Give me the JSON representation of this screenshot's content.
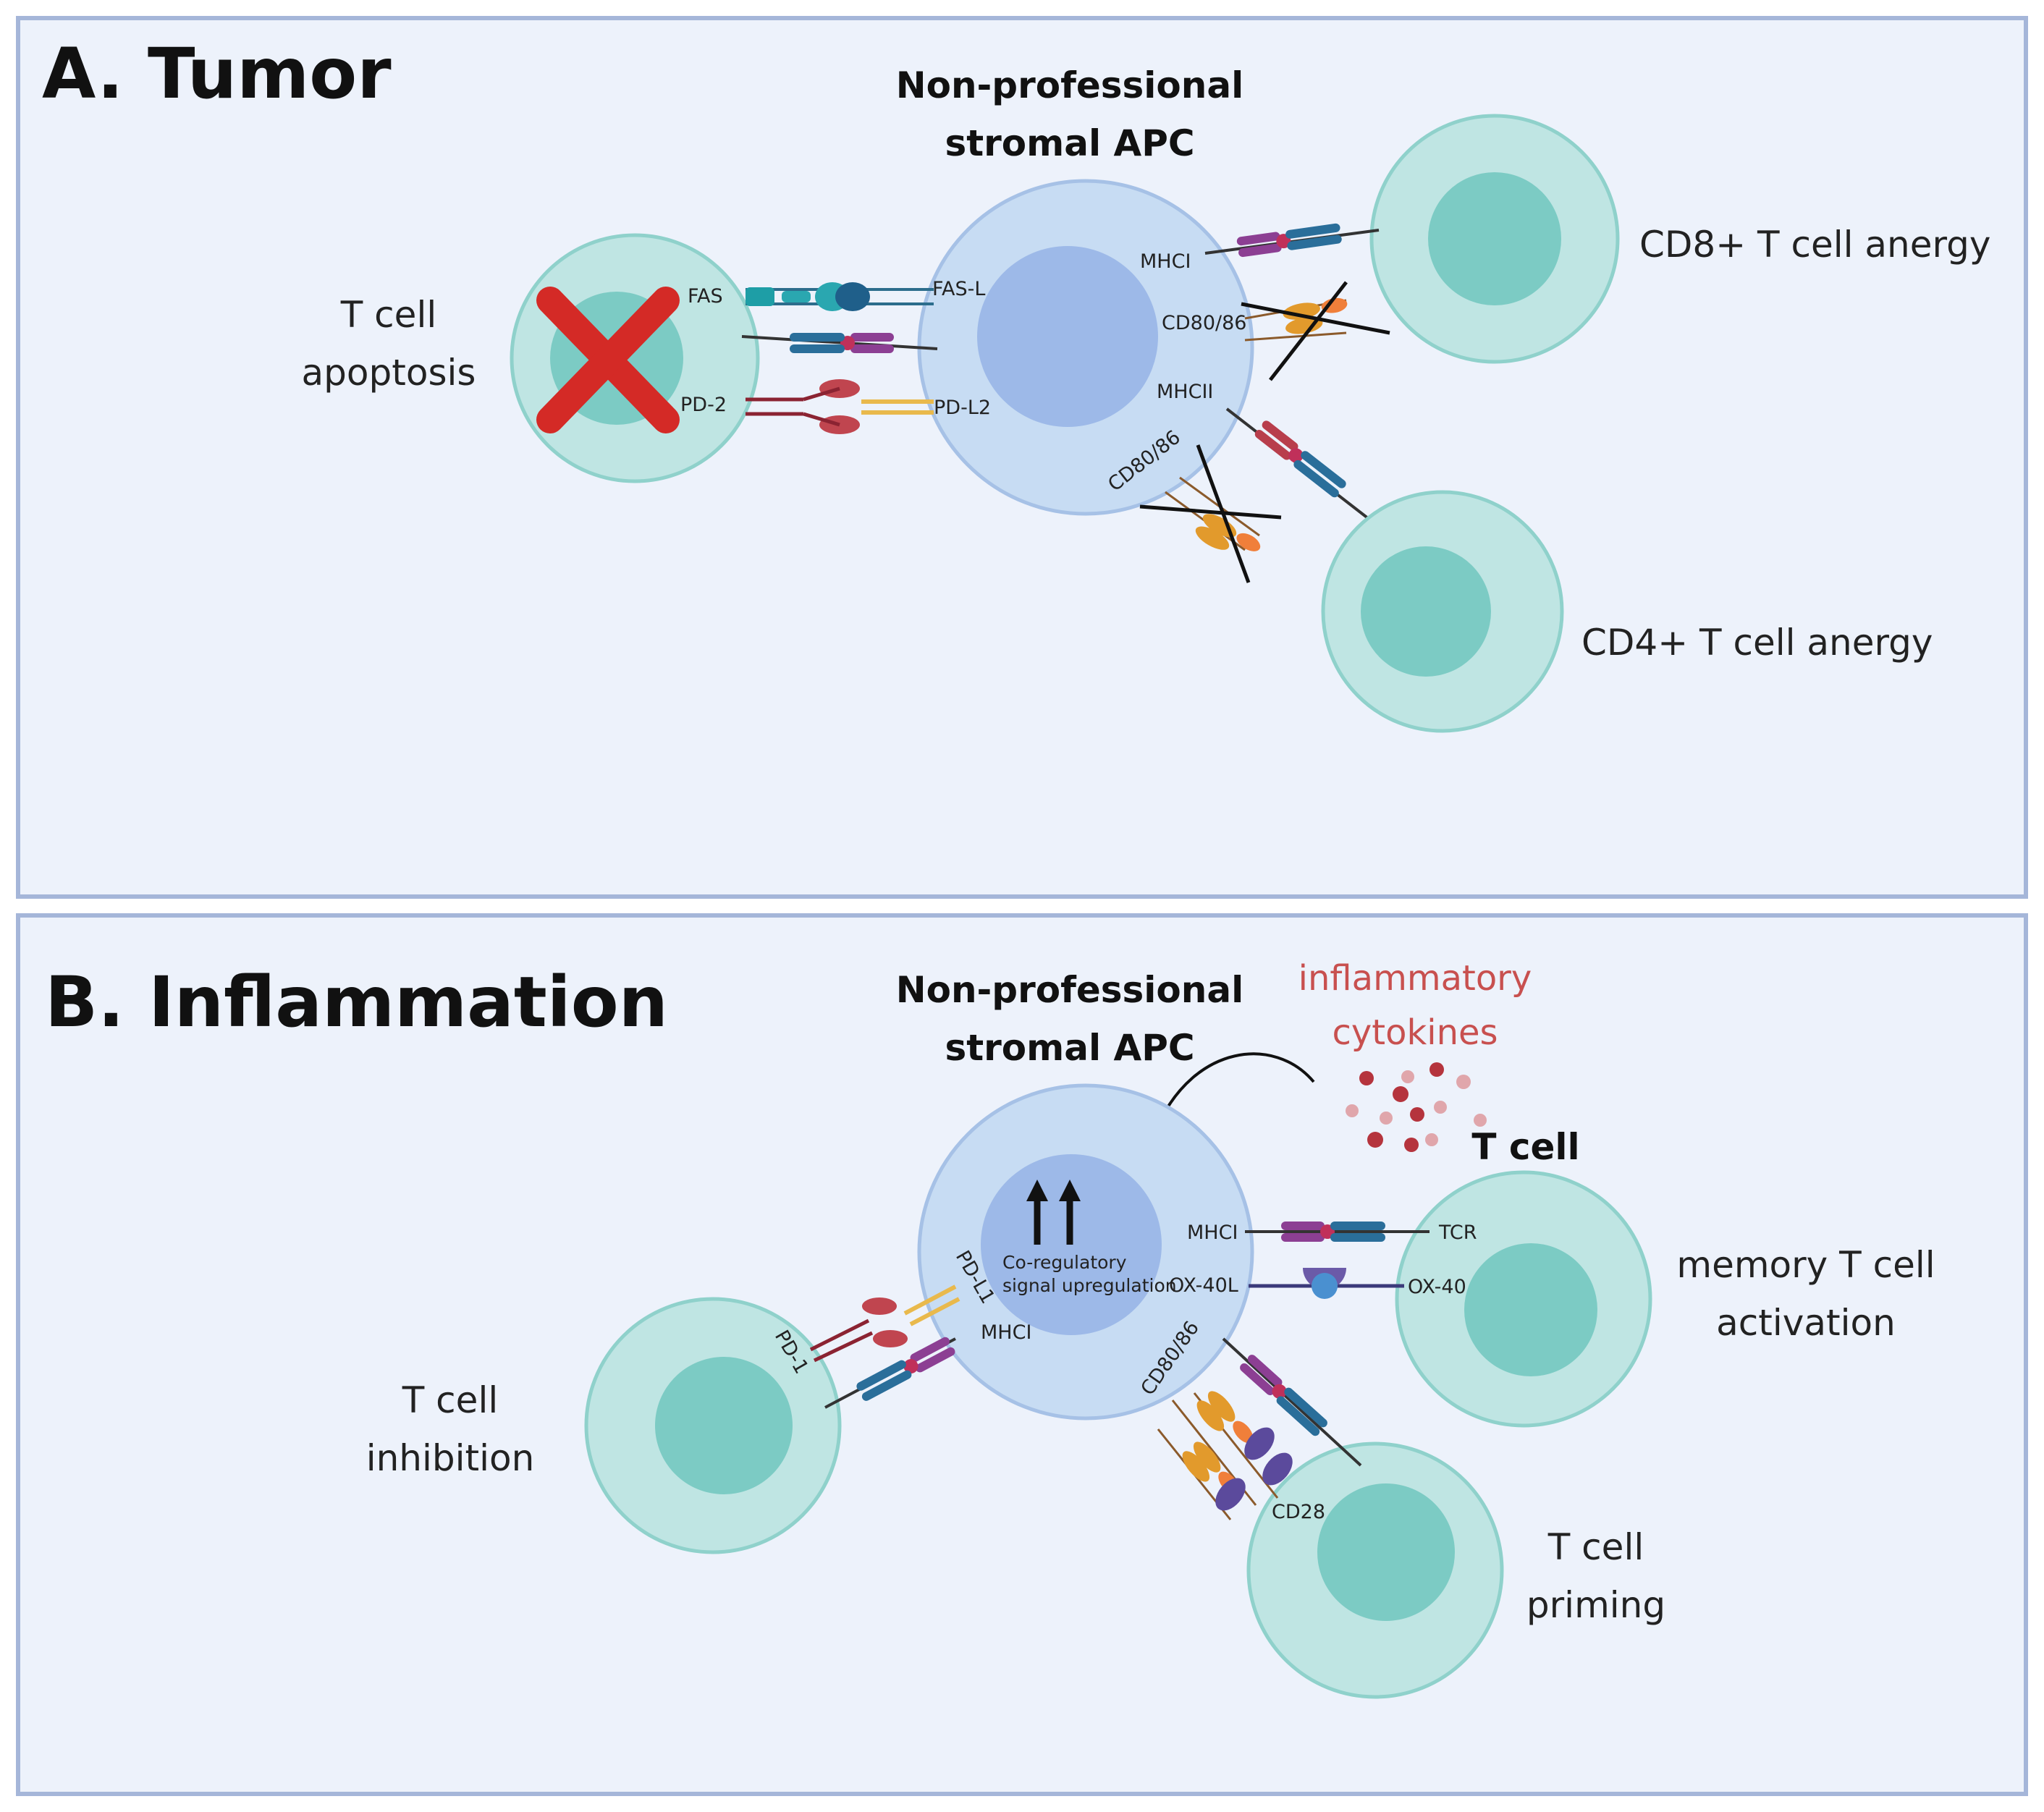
{
  "panel_a": {
    "title": "A. Tumor",
    "apc_title_line1": "Non-professional",
    "apc_title_line2": "stromal APC",
    "apoptosis_line1": "T cell",
    "apoptosis_line2": "apoptosis",
    "cd8_label": "CD8+ T cell anergy",
    "cd4_label": "CD4+ T cell anergy",
    "mol_fas": "FAS",
    "mol_fasl": "FAS-L",
    "mol_pd2": "PD-2",
    "mol_pdl2": "PD-L2",
    "mol_mhci": "MHCI",
    "mol_cd8086_upper": "CD80/86",
    "mol_mhcii": "MHCII",
    "mol_cd8086_lower": "CD80/86"
  },
  "panel_b": {
    "title": "B. Inflammation",
    "apc_title_line1": "Non-professional",
    "apc_title_line2": "stromal APC",
    "cytokines_line1": "inflammatory",
    "cytokines_line2": "cytokines",
    "tcell_header": "T cell",
    "memory_line1": "memory T cell",
    "memory_line2": "activation",
    "inhibition_line1": "T cell",
    "inhibition_line2": "inhibition",
    "priming_line1": "T cell",
    "priming_line2": "priming",
    "upreg_line1": "Co-regulatory",
    "upreg_line2": "signal upregulation",
    "mol_mhci_right": "MHCI",
    "mol_tcr": "TCR",
    "mol_ox40l": "OX-40L",
    "mol_ox40": "OX-40",
    "mol_pdl1": "PD-L1",
    "mol_pd1": "PD-1",
    "mol_mhci_left": "MHCI",
    "mol_cd8086": "CD80/86",
    "mol_cd28": "CD28"
  },
  "colors": {
    "panel_bg": "#edf2fb",
    "panel_border": "#a5b6d9",
    "apc_cell": "#c7dcf3",
    "apc_nucleus": "#9db9e8",
    "t_cell": "#bfe5e3",
    "t_nucleus": "#7ccbc4",
    "cross_red": "#d42a26",
    "cytokine": "#b5343d"
  }
}
